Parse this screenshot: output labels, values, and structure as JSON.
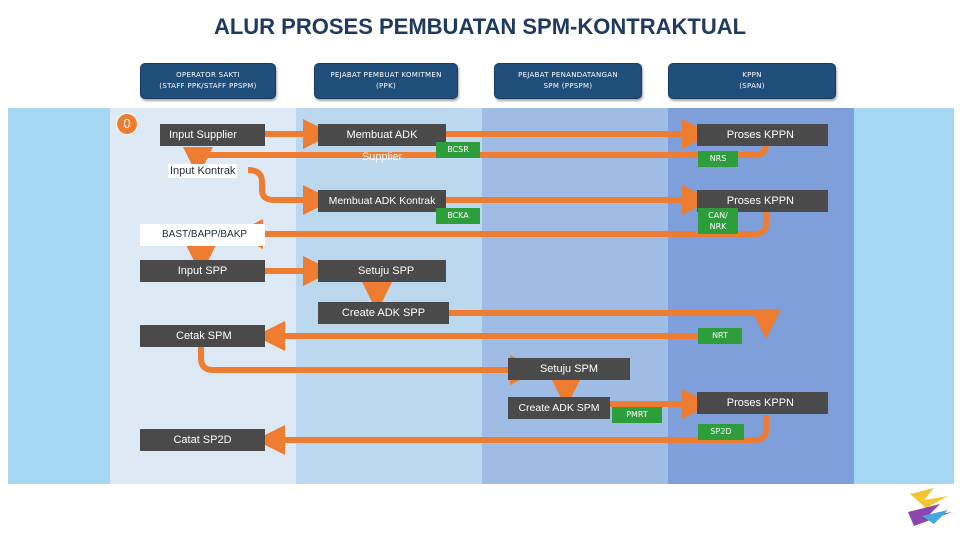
{
  "title": "ALUR PROSES PEMBUATAN SPM-KONTRAKTUAL",
  "headers": [
    {
      "line1": "OPERATOR SAKTI",
      "line2": "(STAFF PPK/STAFF PPSPM)"
    },
    {
      "line1": "PEJABAT PEMBUAT KOMITMEN",
      "line2": "(PPK)"
    },
    {
      "line1": "PEJABAT PENANDATANGAN",
      "line2": "SPM (PPSPM)"
    },
    {
      "line1": "KPPN",
      "line2": "(SPAN)"
    }
  ],
  "step_badge": "0",
  "steps": {
    "input_supplier": "Input Supplier",
    "membuat_adk_supplier": "Membuat ADK Supplier",
    "proses_kppn_1": "Proses KPPN",
    "bcsr": "BCSR",
    "nrs": "NRS",
    "input_kontrak": "Input Kontrak",
    "membuat_adk_kontrak": "Membuat ADK Kontrak",
    "proses_kppn_2": "Proses KPPN",
    "bcka": "BCKA",
    "can_nrk_1": "CAN/",
    "can_nrk_2": "NRK",
    "bast": "BAST/BAPP/BAKP",
    "input_spp": "Input SPP",
    "setuju_spp": "Setuju SPP",
    "create_adk_spp": "Create ADK SPP",
    "cetak_spm": "Cetak SPM",
    "nrt": "NRT",
    "setuju_spm": "Setuju SPM",
    "create_adk_spm": "Create ADK SPM",
    "pmrt": "PMRT",
    "proses_kppn_3": "Proses KPPN",
    "sp2d": "SP2D",
    "catat_sp2d": "Catat SP2D"
  },
  "colors": {
    "title": "#1f3a60",
    "header": "#1f4e7a",
    "band_outer": "#a5d6f2",
    "lane1": "#dde9f5",
    "lane2": "#bcd8ef",
    "lane3": "#9fbde4",
    "lane4": "#7f9fdb",
    "arrow": "#ef7d31",
    "box": "#4a4a4a",
    "tag": "#2e9e3c"
  }
}
